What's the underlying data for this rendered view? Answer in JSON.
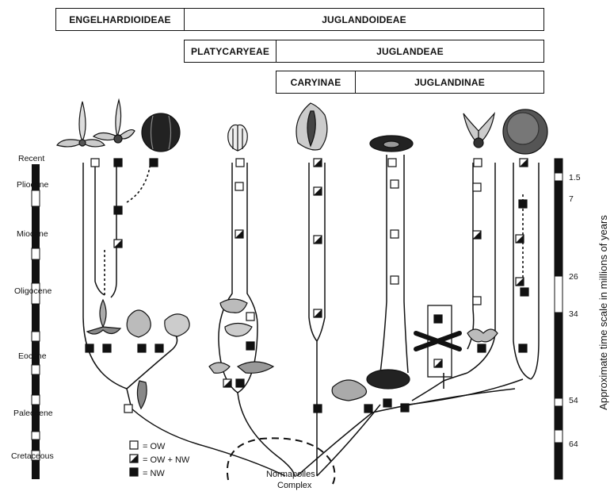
{
  "taxa": {
    "engelhardioideae": "ENGELHARDIOIDEAE",
    "juglandoideae": "JUGLANDOIDEAE",
    "platycaryeae": "PLATYCARYEAE",
    "juglandeae": "JUGLANDEAE",
    "caryinae": "CARYINAE",
    "juglandinae": "JUGLANDINAE"
  },
  "epochs": [
    "Recent",
    "Pliocene",
    "Miocene",
    "Oligocene",
    "Eocene",
    "Paleocene",
    "Cretaceous"
  ],
  "time_scale": {
    "title": "Approximate time scale in millions of years",
    "ticks": [
      "1.5",
      "7",
      "26",
      "34",
      "54",
      "64"
    ]
  },
  "legend": {
    "ow": "= OW",
    "ow_nw": "= OW + NW",
    "nw": "= NW"
  },
  "origin_label": {
    "line1": "Normapolles",
    "line2": "Complex"
  },
  "marker_colors": {
    "ow": "#ffffff",
    "nw": "#111111",
    "stroke": "#111111"
  }
}
